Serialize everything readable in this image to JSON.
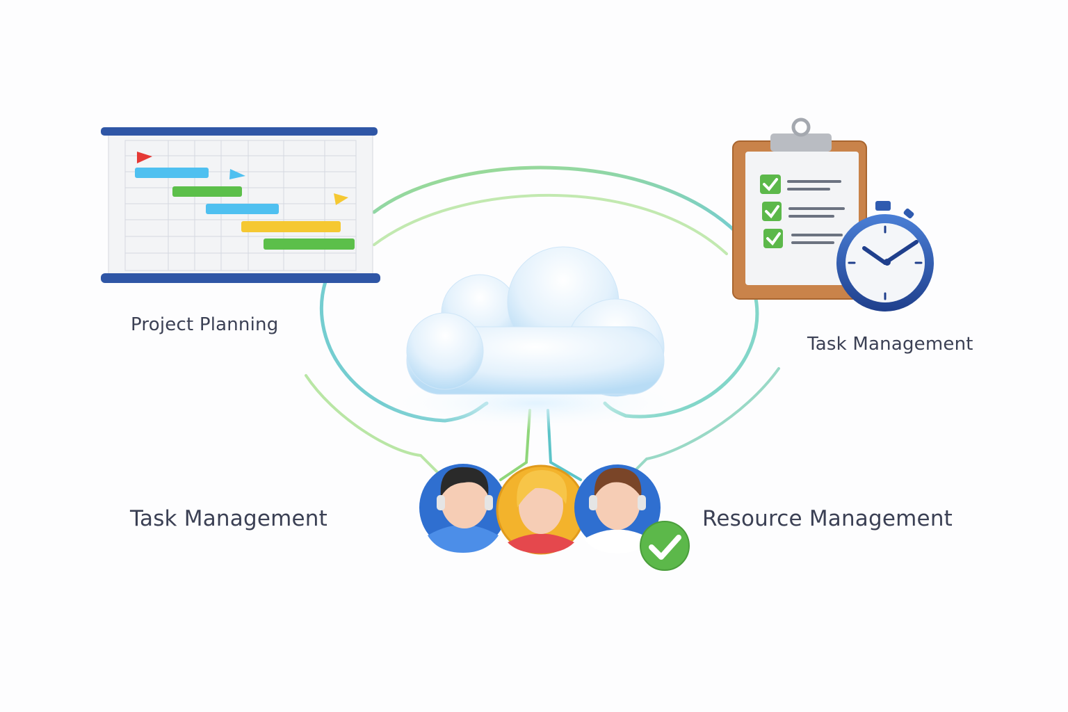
{
  "labels": {
    "project_planning": "Project Planning",
    "task_management_top": "Task Management",
    "task_management_bottom": "Task Management",
    "resource_management": "Resource Management"
  },
  "colors": {
    "text": "#3b4054",
    "connector_green": "#8fd67a",
    "connector_teal": "#5cc4c8",
    "gantt_blue": "#4fc0f0",
    "gantt_green": "#5cbf4a",
    "gantt_yellow": "#f5c832",
    "clipboard_brown": "#c9834a",
    "clock_blue": "#2f5bb0",
    "check_green": "#5cb84a"
  },
  "icons": [
    "gantt-chart-board-icon",
    "cloud-icon",
    "clipboard-checklist-icon",
    "stopwatch-icon",
    "team-avatars-icon",
    "checkmark-badge-icon"
  ]
}
